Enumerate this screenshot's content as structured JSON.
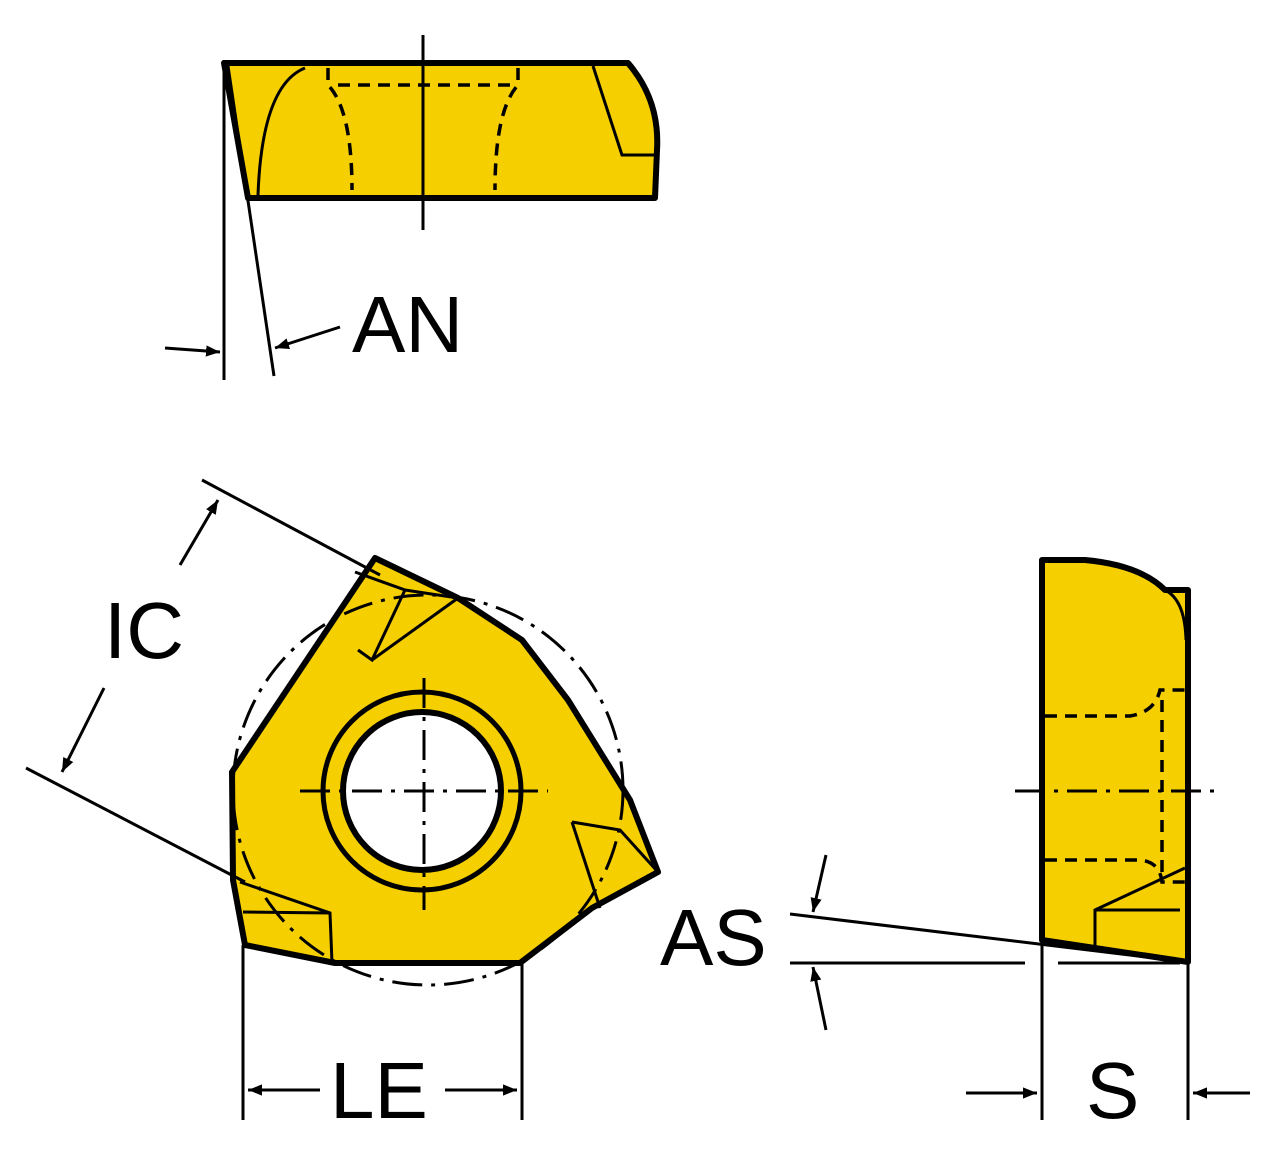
{
  "colors": {
    "insert_fill": "#f5cf00",
    "line": "#000000",
    "background": "#ffffff"
  },
  "labels": {
    "an": "AN",
    "ic": "IC",
    "as": "AS",
    "le": "LE",
    "s": "S"
  }
}
